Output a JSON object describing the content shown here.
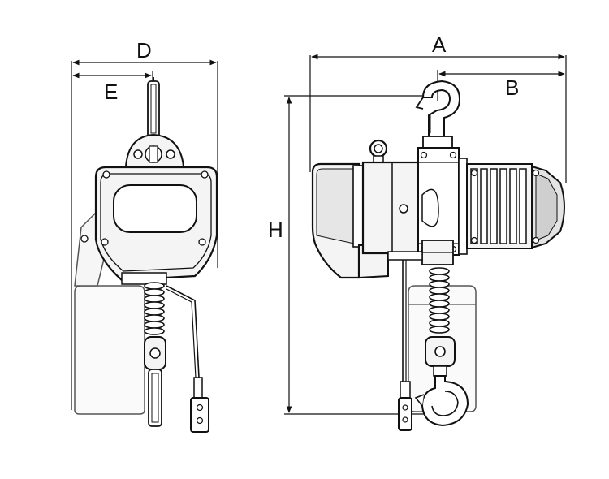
{
  "dimensions": {
    "D": "D",
    "E": "E",
    "A": "A",
    "B": "B",
    "H": "H"
  },
  "colors": {
    "line": "#111111",
    "body_fill": "#f4f4f4",
    "shade_fill": "#d9d9d9",
    "background": "#ffffff"
  }
}
